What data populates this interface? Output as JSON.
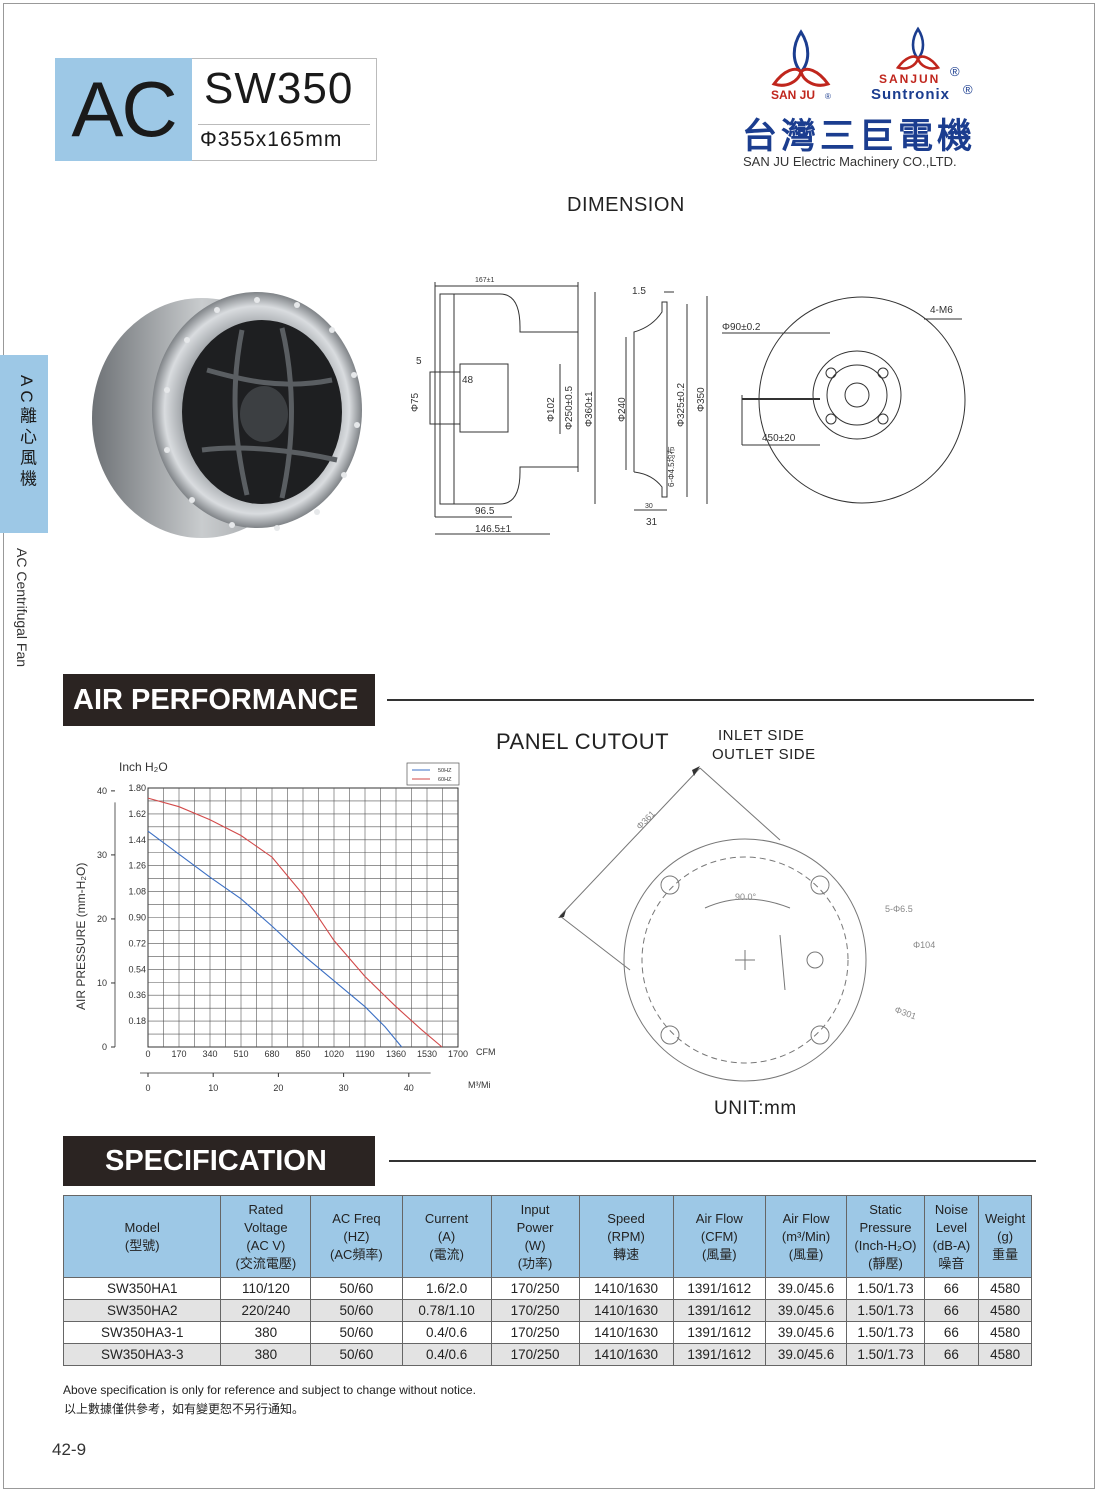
{
  "header": {
    "type_label": "AC",
    "model": "SW350",
    "size": "Φ355x165mm"
  },
  "brand": {
    "sanju_logo_text": "SAN JU",
    "sanjun_logo_text": "SANJUN",
    "suntronix_logo_text": "Suntronix",
    "company_cn": "台灣三巨電機",
    "company_en": "SAN JU Electric  Machinery CO.,LTD."
  },
  "side": {
    "category_cn": "AC離心風機",
    "category_en": "AC Centrifugal Fan"
  },
  "dimension": {
    "title": "DIMENSION",
    "side_view": [
      "167±1",
      "5",
      "48",
      "Φ75",
      "Φ102",
      "Φ250±0.5",
      "Φ360±1",
      "96.5",
      "146.5±1"
    ],
    "profile_view": [
      "1.5",
      "Φ240",
      "Φ325±0.2",
      "Φ350",
      "6-Φ4.5均布",
      "30",
      "31"
    ],
    "front_view": [
      "4-M6",
      "Φ90±0.2",
      "450±20"
    ]
  },
  "air_performance": {
    "title": "AIR PERFORMANCE"
  },
  "panel_cutout": {
    "title": "PANEL CUTOUT",
    "inlet": "INLET SIDE",
    "outlet": "OUTLET SIDE",
    "dims": [
      "Φ361",
      "90.0°",
      "5-Φ6.5",
      "Φ104",
      "Φ301"
    ],
    "unit": "UNIT:mm"
  },
  "chart_data": {
    "type": "line",
    "title": "",
    "ylabel": "AIR PRESSURE   (mm-H₂O)",
    "ylabel_secondary": "Inch H₂O",
    "xlabel": "CFM",
    "xlabel_secondary": "M³/Mi",
    "xlim": [
      0,
      1700
    ],
    "ylim": [
      0,
      1.8
    ],
    "x_ticks": [
      0,
      170,
      340,
      510,
      680,
      850,
      1020,
      1190,
      1360,
      1530,
      1700
    ],
    "y_ticks": [
      0.18,
      0.36,
      0.54,
      0.72,
      0.9,
      1.08,
      1.26,
      1.44,
      1.62,
      1.8
    ],
    "mm_ticks": [
      0,
      10,
      20,
      30,
      40
    ],
    "m3_ticks": [
      0,
      10,
      20,
      30,
      40
    ],
    "legend": [
      "50HZ",
      "60HZ"
    ],
    "series": [
      {
        "name": "50HZ",
        "color": "#3b6fc4",
        "x": [
          0,
          170,
          340,
          510,
          680,
          850,
          1020,
          1190,
          1300,
          1391
        ],
        "y": [
          1.5,
          1.34,
          1.18,
          1.03,
          0.84,
          0.64,
          0.46,
          0.28,
          0.14,
          0.0
        ]
      },
      {
        "name": "60HZ",
        "color": "#d24a4a",
        "x": [
          0,
          170,
          340,
          510,
          680,
          850,
          1020,
          1190,
          1360,
          1500,
          1612
        ],
        "y": [
          1.73,
          1.67,
          1.58,
          1.47,
          1.32,
          1.06,
          0.74,
          0.49,
          0.28,
          0.12,
          0.0
        ]
      }
    ]
  },
  "specification": {
    "title": "SPECIFICATION",
    "headers": [
      [
        "Model",
        "(型號)"
      ],
      [
        "Rated",
        "Voltage",
        "(AC V)",
        "(交流電壓)"
      ],
      [
        "AC Freq",
        "(HZ)",
        "(AC頻率)"
      ],
      [
        "Current",
        "(A)",
        "(電流)"
      ],
      [
        "Input",
        "Power",
        "(W)",
        "(功率)"
      ],
      [
        "Speed",
        "(RPM)",
        "轉速"
      ],
      [
        "Air Flow",
        "(CFM)",
        "(風量)"
      ],
      [
        "Air Flow",
        "(m³/Min)",
        "(風量)"
      ],
      [
        "Static",
        "Pressure",
        "(Inch-H₂O)",
        "(靜壓)"
      ],
      [
        "Noise",
        "Level",
        "(dB-A)",
        "噪音"
      ],
      [
        "Weight",
        "(g)",
        "重量"
      ]
    ],
    "rows": [
      [
        "SW350HA1",
        "110/120",
        "50/60",
        "1.6/2.0",
        "170/250",
        "1410/1630",
        "1391/1612",
        "39.0/45.6",
        "1.50/1.73",
        "66",
        "4580"
      ],
      [
        "SW350HA2",
        "220/240",
        "50/60",
        "0.78/1.10",
        "170/250",
        "1410/1630",
        "1391/1612",
        "39.0/45.6",
        "1.50/1.73",
        "66",
        "4580"
      ],
      [
        "SW350HA3-1",
        "380",
        "50/60",
        "0.4/0.6",
        "170/250",
        "1410/1630",
        "1391/1612",
        "39.0/45.6",
        "1.50/1.73",
        "66",
        "4580"
      ],
      [
        "SW350HA3-3",
        "380",
        "50/60",
        "0.4/0.6",
        "170/250",
        "1410/1630",
        "1391/1612",
        "39.0/45.6",
        "1.50/1.73",
        "66",
        "4580"
      ]
    ],
    "note_en": "Above  specification  is  only for reference and subject to change without notice.",
    "note_cn": "以上數據僅供參考，如有變更恕不另行通知。"
  },
  "page_number": "42-9"
}
